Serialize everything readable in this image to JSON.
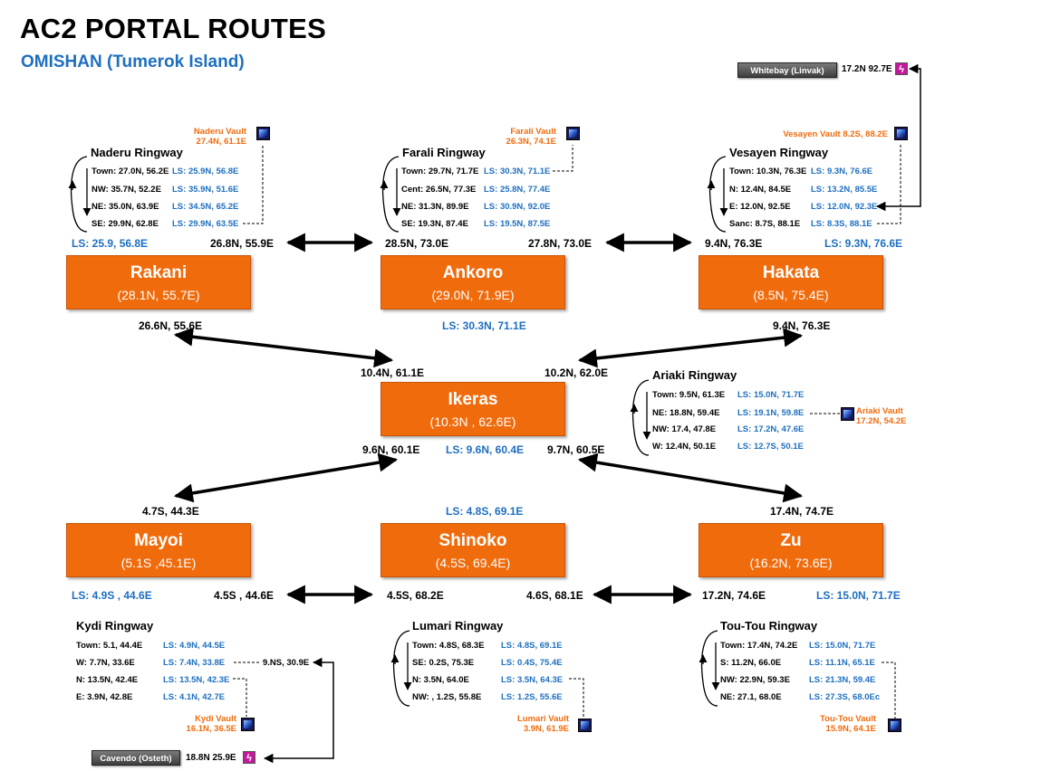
{
  "header": {
    "title": "AC2 PORTAL ROUTES",
    "subtitle": "OMISHAN (Tumerok Island)"
  },
  "colors": {
    "city_fill": "#f06b0c",
    "ls_text": "#1e6fc0",
    "vault_text": "#f06b0c",
    "portal_icon": "#c21a9b"
  },
  "cities": {
    "rakani": {
      "name": "Rakani",
      "coords": "(28.1N, 55.7E)"
    },
    "ankoro": {
      "name": "Ankoro",
      "coords": "(29.0N, 71.9E)"
    },
    "hakata": {
      "name": "Hakata",
      "coords": "(8.5N,  75.4E)"
    },
    "ikeras": {
      "name": "Ikeras",
      "coords": "(10.3N , 62.6E)"
    },
    "mayoi": {
      "name": "Mayoi",
      "coords": "(5.1S ,45.1E)"
    },
    "shinoko": {
      "name": "Shinoko",
      "coords": "(4.5S, 69.4E)"
    },
    "zu": {
      "name": "Zu",
      "coords": "(16.2N, 73.6E)"
    }
  },
  "labels": {
    "rakani_ls": "LS: 25.9,  56.8E",
    "rakani_e": "26.8N, 55.9E",
    "ankoro_w": "28.5N, 73.0E",
    "ankoro_e": "27.8N, 73.0E",
    "hakata_w": "9.4N, 76.3E",
    "hakata_ls": "LS: 9.3N, 76.6E",
    "rakani_s": "26.6N, 55.6E",
    "ankoro_ls": "LS: 30.3N,  71.1E",
    "hakata_s": "9.4N, 76.3E",
    "ikeras_nw": "10.4N, 61.1E",
    "ikeras_ne": "10.2N, 62.0E",
    "ikeras_sw": "9.6N, 60.1E",
    "ikeras_ls": "LS: 9.6N, 60.4E",
    "ikeras_se": "9.7N, 60.5E",
    "mayoi_n": "4.7S, 44.3E",
    "shinoko_ls": "LS: 4.8S,  69.1E",
    "zu_n": "17.4N, 74.7E",
    "mayoi_ls": "LS: 4.9S   , 44.6E",
    "mayoi_e": "4.5S  , 44.6E",
    "shinoko_w": "4.5S, 68.2E",
    "shinoko_e": "4.6S, 68.1E",
    "zu_w": "17.2N, 74.6E",
    "zu_ls": "LS: 15.0N,  71.7E"
  },
  "ringways": {
    "naderu": {
      "title": "Naderu Ringway",
      "rows": [
        {
          "left": "Town: 27.0N, 56.2E",
          "ls": "LS: 25.9N, 56.8E"
        },
        {
          "left": "NW: 35.7N, 52.2E",
          "ls": "LS: 35.9N, 51.6E"
        },
        {
          "left": "NE:  35.0N, 63.9E",
          "ls": "LS: 34.5N, 65.2E"
        },
        {
          "left": "SE: 29.9N, 62.8E",
          "ls": "LS: 29.9N, 63.5E"
        }
      ],
      "vault_name": "Naderu Vault",
      "vault_coords": "27.4N, 61.1E"
    },
    "farali": {
      "title": "Farali Ringway",
      "rows": [
        {
          "left": "Town: 29.7N, 71.7E",
          "ls": "LS: 30.3N, 71.1E"
        },
        {
          "left": "Cent: 26.5N, 77.3E",
          "ls": "LS: 25.8N, 77.4E"
        },
        {
          "left": "NE:  31.3N, 89.9E",
          "ls": "LS: 30.9N, 92.0E"
        },
        {
          "left": "SE: 19.3N, 87.4E",
          "ls": "LS: 19.5N, 87.5E"
        }
      ],
      "vault_name": "Farali Vault",
      "vault_coords": "26.3N, 74.1E"
    },
    "vesayen": {
      "title": "Vesayen Ringway",
      "rows": [
        {
          "left": "Town: 10.3N, 76.3E",
          "ls": "LS: 9.3N, 76.6E"
        },
        {
          "left": "N: 12.4N, 84.5E",
          "ls": "LS: 13.2N, 85.5E"
        },
        {
          "left": "E: 12.0N, 92.5E",
          "ls": "LS: 12.0N, 92.3E"
        },
        {
          "left": "Sanc: 8.7S, 88.1E",
          "ls": "LS: 8.3S, 88.1E"
        }
      ],
      "vault_label": "Vesayen Vault 8.2S, 88.2E"
    },
    "ariaki": {
      "title": "Ariaki Ringway",
      "rows": [
        {
          "left": "Town: 9.5N, 61.3E",
          "ls": "LS: 15.0N, 71.7E"
        },
        {
          "left": "NE: 18.8N, 59.4E",
          "ls": "LS: 19.1N, 59.8E"
        },
        {
          "left": "NW:  17.4, 47.8E",
          "ls": "LS: 17.2N, 47.6E"
        },
        {
          "left": "W: 12.4N, 50.1E",
          "ls": "LS: 12.7S, 50.1E"
        }
      ],
      "vault_name": "Ariaki Vault",
      "vault_coords": "17.2N, 54.2E"
    },
    "kydi": {
      "title": "Kydi Ringway",
      "rows": [
        {
          "left": "Town: 5.1, 44.4E",
          "ls": "LS: 4.9N, 44.5E"
        },
        {
          "left": "W: 7.7N, 33.6E",
          "ls": "LS: 7.4N, 33.8E"
        },
        {
          "left": "N: 13.5N, 42.4E",
          "ls": "LS: 13.5N, 42.3E"
        },
        {
          "left": "E: 3.9N, 42.8E",
          "ls": "LS: 4.1N, 42.7E"
        }
      ],
      "extra": "9.NS, 30.9E",
      "vault_name": "Kydi Vault",
      "vault_coords": "16.1N, 36.5E"
    },
    "lumari": {
      "title": "Lumari Ringway",
      "rows": [
        {
          "left": "Town: 4.8S, 68.3E",
          "ls": "LS: 4.8S, 69.1E"
        },
        {
          "left": "SE: 0.2S, 75.3E",
          "ls": "LS: 0.4S, 75.4E"
        },
        {
          "left": "N: 3.5N, 64.0E",
          "ls": "LS: 3.5N, 64.3E"
        },
        {
          "left": "NW: , 1.2S, 55.8E",
          "ls": "LS: 1.2S, 55.6E"
        }
      ],
      "vault_name": "Lumari Vault",
      "vault_coords": "3.9N, 61.9E"
    },
    "toutou": {
      "title": "Tou-Tou Ringway",
      "rows": [
        {
          "left": "Town: 17.4N, 74.2E",
          "ls": "LS: 15.0N, 71.7E"
        },
        {
          "left": "S: 11.2N, 66.0E",
          "ls": "LS: 11.1N, 65.1E"
        },
        {
          "left": "NW:  22.9N, 59.3E",
          "ls": "LS: 21.3N, 59.4E"
        },
        {
          "left": "NE: 27.1, 68.0E",
          "ls": "LS: 27.3S, 68.0Ec"
        }
      ],
      "vault_name": "Tou-Tou Vault",
      "vault_coords": "15.9N, 64.1E"
    }
  },
  "portals": {
    "whitebay": {
      "name": "Whitebay (Linvak)",
      "coords": "17.2N 92.7E"
    },
    "cavendo": {
      "name": "Cavendo (Osteth)",
      "coords": "18.8N 25.9E"
    }
  }
}
